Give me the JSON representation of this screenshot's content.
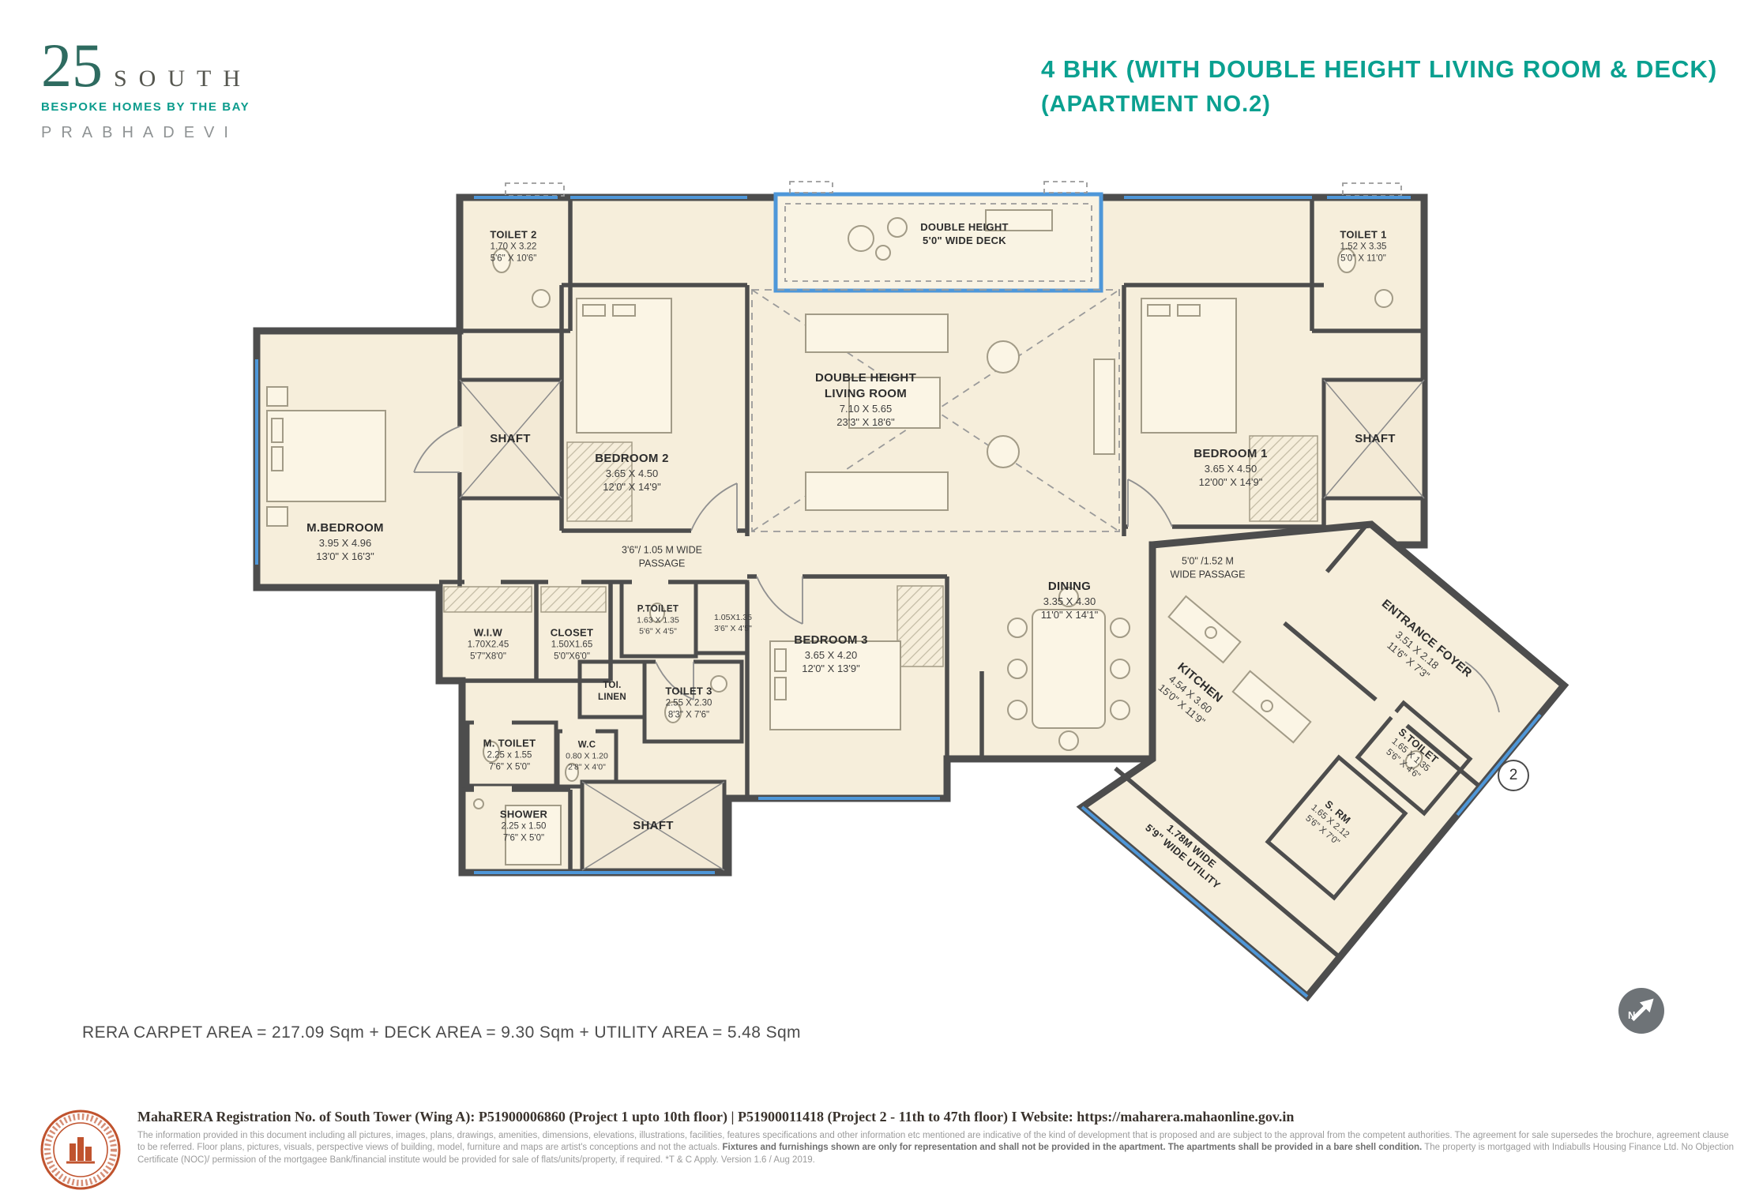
{
  "brand": {
    "number": "25",
    "name": "SOUTH",
    "tagline": "BESPOKE HOMES BY THE BAY",
    "location": "PRABHADEVI"
  },
  "title": {
    "line1": "4 BHK (WITH DOUBLE HEIGHT LIVING ROOM & DECK)",
    "line2": "(APARTMENT NO.2)"
  },
  "plan": {
    "apartment_number": "2",
    "north_label": "N",
    "rooms": {
      "toilet2": {
        "name": "TOILET 2",
        "m": "1.70 X 3.22",
        "ft": "5'6\" X 10'6\""
      },
      "toilet1": {
        "name": "TOILET 1",
        "m": "1.52 X 3.35",
        "ft": "5'0\" X 11'0\""
      },
      "deck": {
        "l1": "DOUBLE HEIGHT",
        "l2": "5'0\" WIDE DECK"
      },
      "shaft": {
        "name": "SHAFT"
      },
      "bedroom2": {
        "name": "BEDROOM 2",
        "m": "3.65 X 4.50",
        "ft": "12'0\" X 14'9\""
      },
      "living": {
        "l1": "DOUBLE HEIGHT",
        "l2": "LIVING ROOM",
        "m": "7.10 X 5.65",
        "ft": "23'3\" X 18'6\""
      },
      "bedroom1": {
        "name": "BEDROOM 1",
        "m": "3.65 X 4.50",
        "ft": "12'00\" X 14'9\""
      },
      "mbedroom": {
        "name": "M.BEDROOM",
        "m": "3.95 X 4.96",
        "ft": "13'0\" X 16'3\""
      },
      "passage1": {
        "l1": "3'6\"/ 1.05 M WIDE",
        "l2": "PASSAGE"
      },
      "passage2": {
        "l1": "5'0\" /1.52 M",
        "l2": "WIDE PASSAGE"
      },
      "wiw": {
        "name": "W.I.W",
        "m": "1.70X2.45",
        "ft": "5'7\"X8'0\""
      },
      "closet": {
        "name": "CLOSET",
        "m": "1.50X1.65",
        "ft": "5'0\"X6'0\""
      },
      "ptoilet": {
        "name": "P.TOILET",
        "m": "1.63 X 1.35",
        "ft": "5'6\" X 4'5\""
      },
      "store": {
        "m": "1.05X1.35",
        "ft": "3'6\" X 4'5\""
      },
      "bedroom3": {
        "name": "BEDROOM 3",
        "m": "3.65 X 4.20",
        "ft": "12'0\" X 13'9\""
      },
      "dining": {
        "name": "DINING",
        "m": "3.35 X 4.30",
        "ft": "11'0\" X 14'1\""
      },
      "toilet3": {
        "name": "TOILET 3",
        "m": "2.55 X 2.30",
        "ft": "8'3\" X 7'6\""
      },
      "toi_linen": {
        "l1": "TOI.",
        "l2": "LINEN"
      },
      "wc": {
        "name": "W.C",
        "m": "0.80 X 1.20",
        "ft": "2'8\" X 4'0\""
      },
      "mtoilet": {
        "name": "M. TOILET",
        "m": "2.25 x 1.55",
        "ft": "7'6\" X 5'0\""
      },
      "shower": {
        "name": "SHOWER",
        "m": "2.25 x 1.50",
        "ft": "7'6\" X 5'0\""
      },
      "kitchen": {
        "name": "KITCHEN",
        "m": "4.54 X 3.60",
        "ft": "15'0\" X 11'9\""
      },
      "foyer": {
        "name": "ENTRANCE FOYER",
        "m": "3.51 X 2.18",
        "ft": "11'6\" X 7'3\""
      },
      "stoilet": {
        "name": "S.TOILET",
        "m": "1.65 X 1.35",
        "ft": "5'6\" X 4'6\""
      },
      "srm": {
        "name": "S. RM",
        "m": "1.65 X 2.12",
        "ft": "5'6\" X 7'0\""
      },
      "utility": {
        "l1": "1.78M WIDE",
        "l2": "5'9\" WIDE UTILITY"
      }
    }
  },
  "area_summary": "RERA CARPET AREA = 217.09 Sqm + DECK AREA = 9.30 Sqm + UTILITY AREA = 5.48 Sqm",
  "footer": {
    "registration": "MahaRERA Registration No. of South Tower (Wing A): P51900006860 (Project 1 upto 10th floor) | P51900011418 (Project 2 - 11th to 47th floor)  I  Website: https://maharera.mahaonline.gov.in",
    "disclaimer_1": "The information provided in this document including all pictures, images, plans, drawings, amenities, dimensions, elevations, illustrations, facilities, features specifications and other information etc mentioned are indicative of the kind of development that is proposed and are subject to the approval from the competent authorities. The agreement for",
    "disclaimer_2": "sale supersedes the brochure, agreement clause to be referred. Floor plans, pictures, visuals, perspective views of building, model, furniture and maps are artist's conceptions and not the actuals.",
    "disclaimer_2_bold": "Fixtures and furnishings shown are only for representation and shall not be provided in the apartment. The apartments shall be provided in a bare shell",
    "disclaimer_3_bold": "condition.",
    "disclaimer_3": "The property is mortgaged with Indiabulls Housing Finance Ltd. No Objection Certificate (NOC)/ permission of the mortgagee Bank/financial institute would be provided for sale of flats/units/property, if required. *T & C Apply. Version 1.6 / Aug 2019."
  }
}
